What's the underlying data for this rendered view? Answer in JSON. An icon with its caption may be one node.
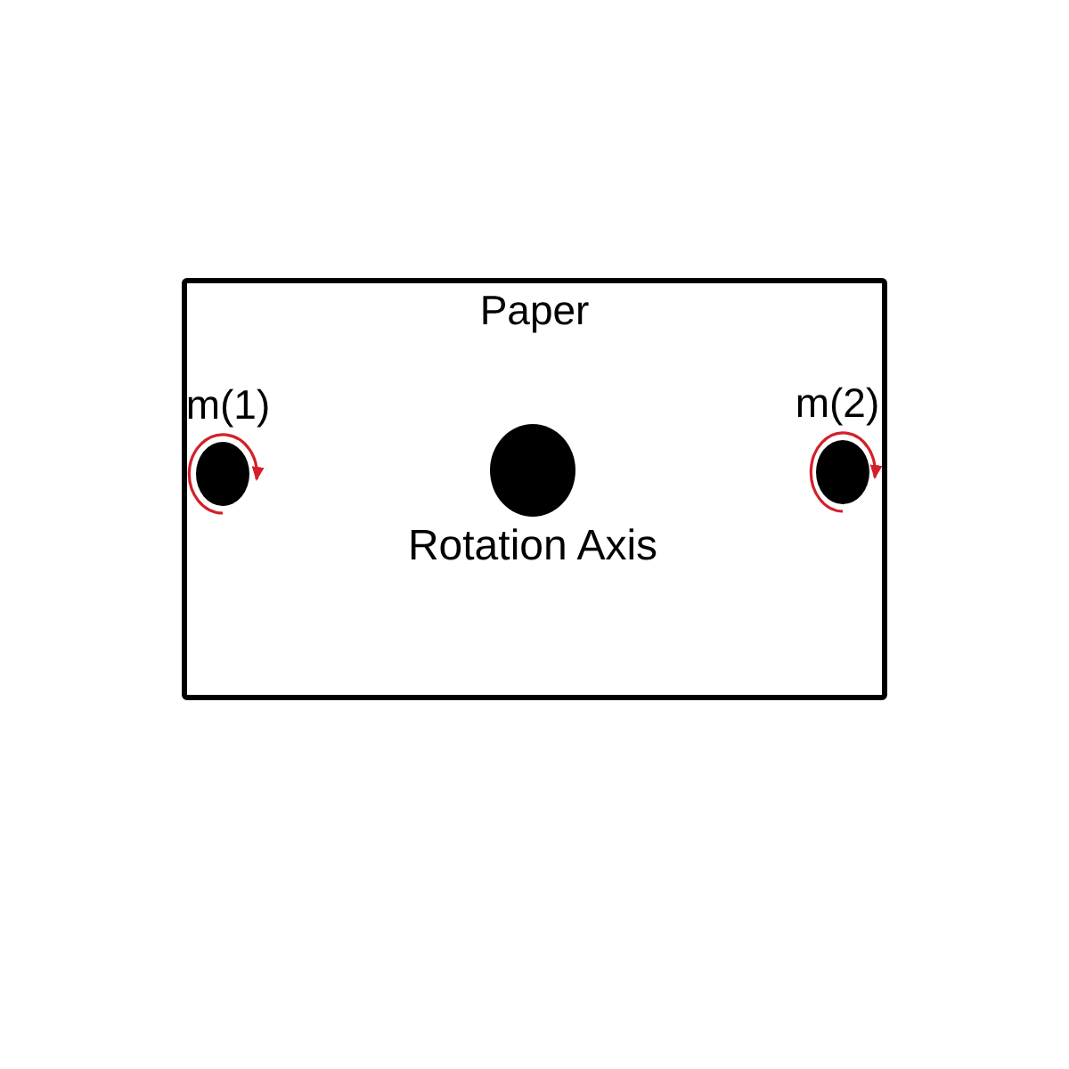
{
  "diagram": {
    "nodes": [
      {
        "text": [
          "Paper"
        ]
      },
      {
        "text": [],
        "shape": "circle",
        "in": 0,
        "beside": [
          "m(1)"
        ]
      },
      {
        "text": [],
        "shape": "circle",
        "in": 0,
        "beside": [
          "Rotation Axis"
        ]
      },
      {
        "text": [],
        "shape": "circle",
        "in": 0,
        "beside": [
          "m(2)"
        ]
      }
    ]
  }
}
